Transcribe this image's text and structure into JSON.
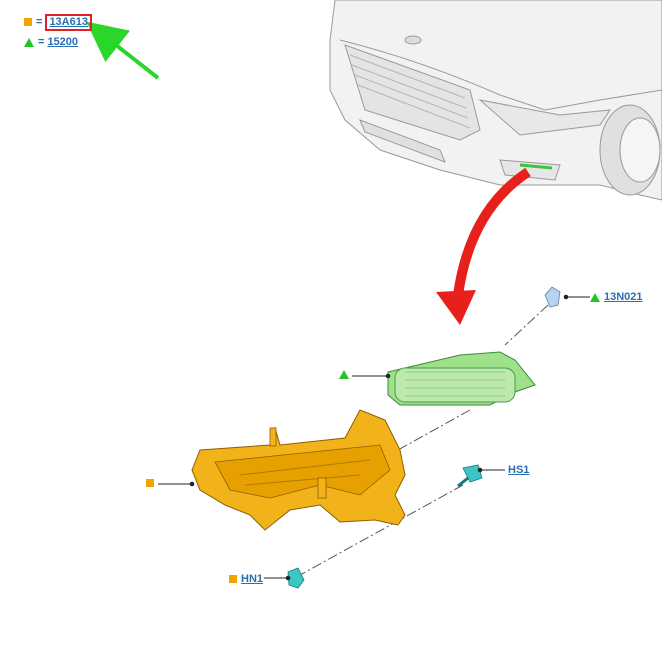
{
  "legend": {
    "items": [
      {
        "marker": "square",
        "code": "13A613",
        "highlighted": true
      },
      {
        "marker": "triangle",
        "code": "15200",
        "highlighted": false
      }
    ]
  },
  "callouts": {
    "bulb": {
      "marker": "triangle",
      "code": "13N021"
    },
    "screw": {
      "marker": "none",
      "code": "HS1"
    },
    "nut": {
      "marker": "square",
      "code": "HN1"
    }
  },
  "colors": {
    "legend_text": "#2a6fb5",
    "square_marker": "#f0a500",
    "triangle_marker": "#22c422",
    "bracket_part": "#f2b21a",
    "fog_lamp_part": "#9fe08a",
    "highlight_box": "#e0202a",
    "arrow_red": "#e8201c",
    "arrow_green": "#2bd62b"
  },
  "icons": [
    "square-marker-icon",
    "triangle-marker-icon"
  ]
}
